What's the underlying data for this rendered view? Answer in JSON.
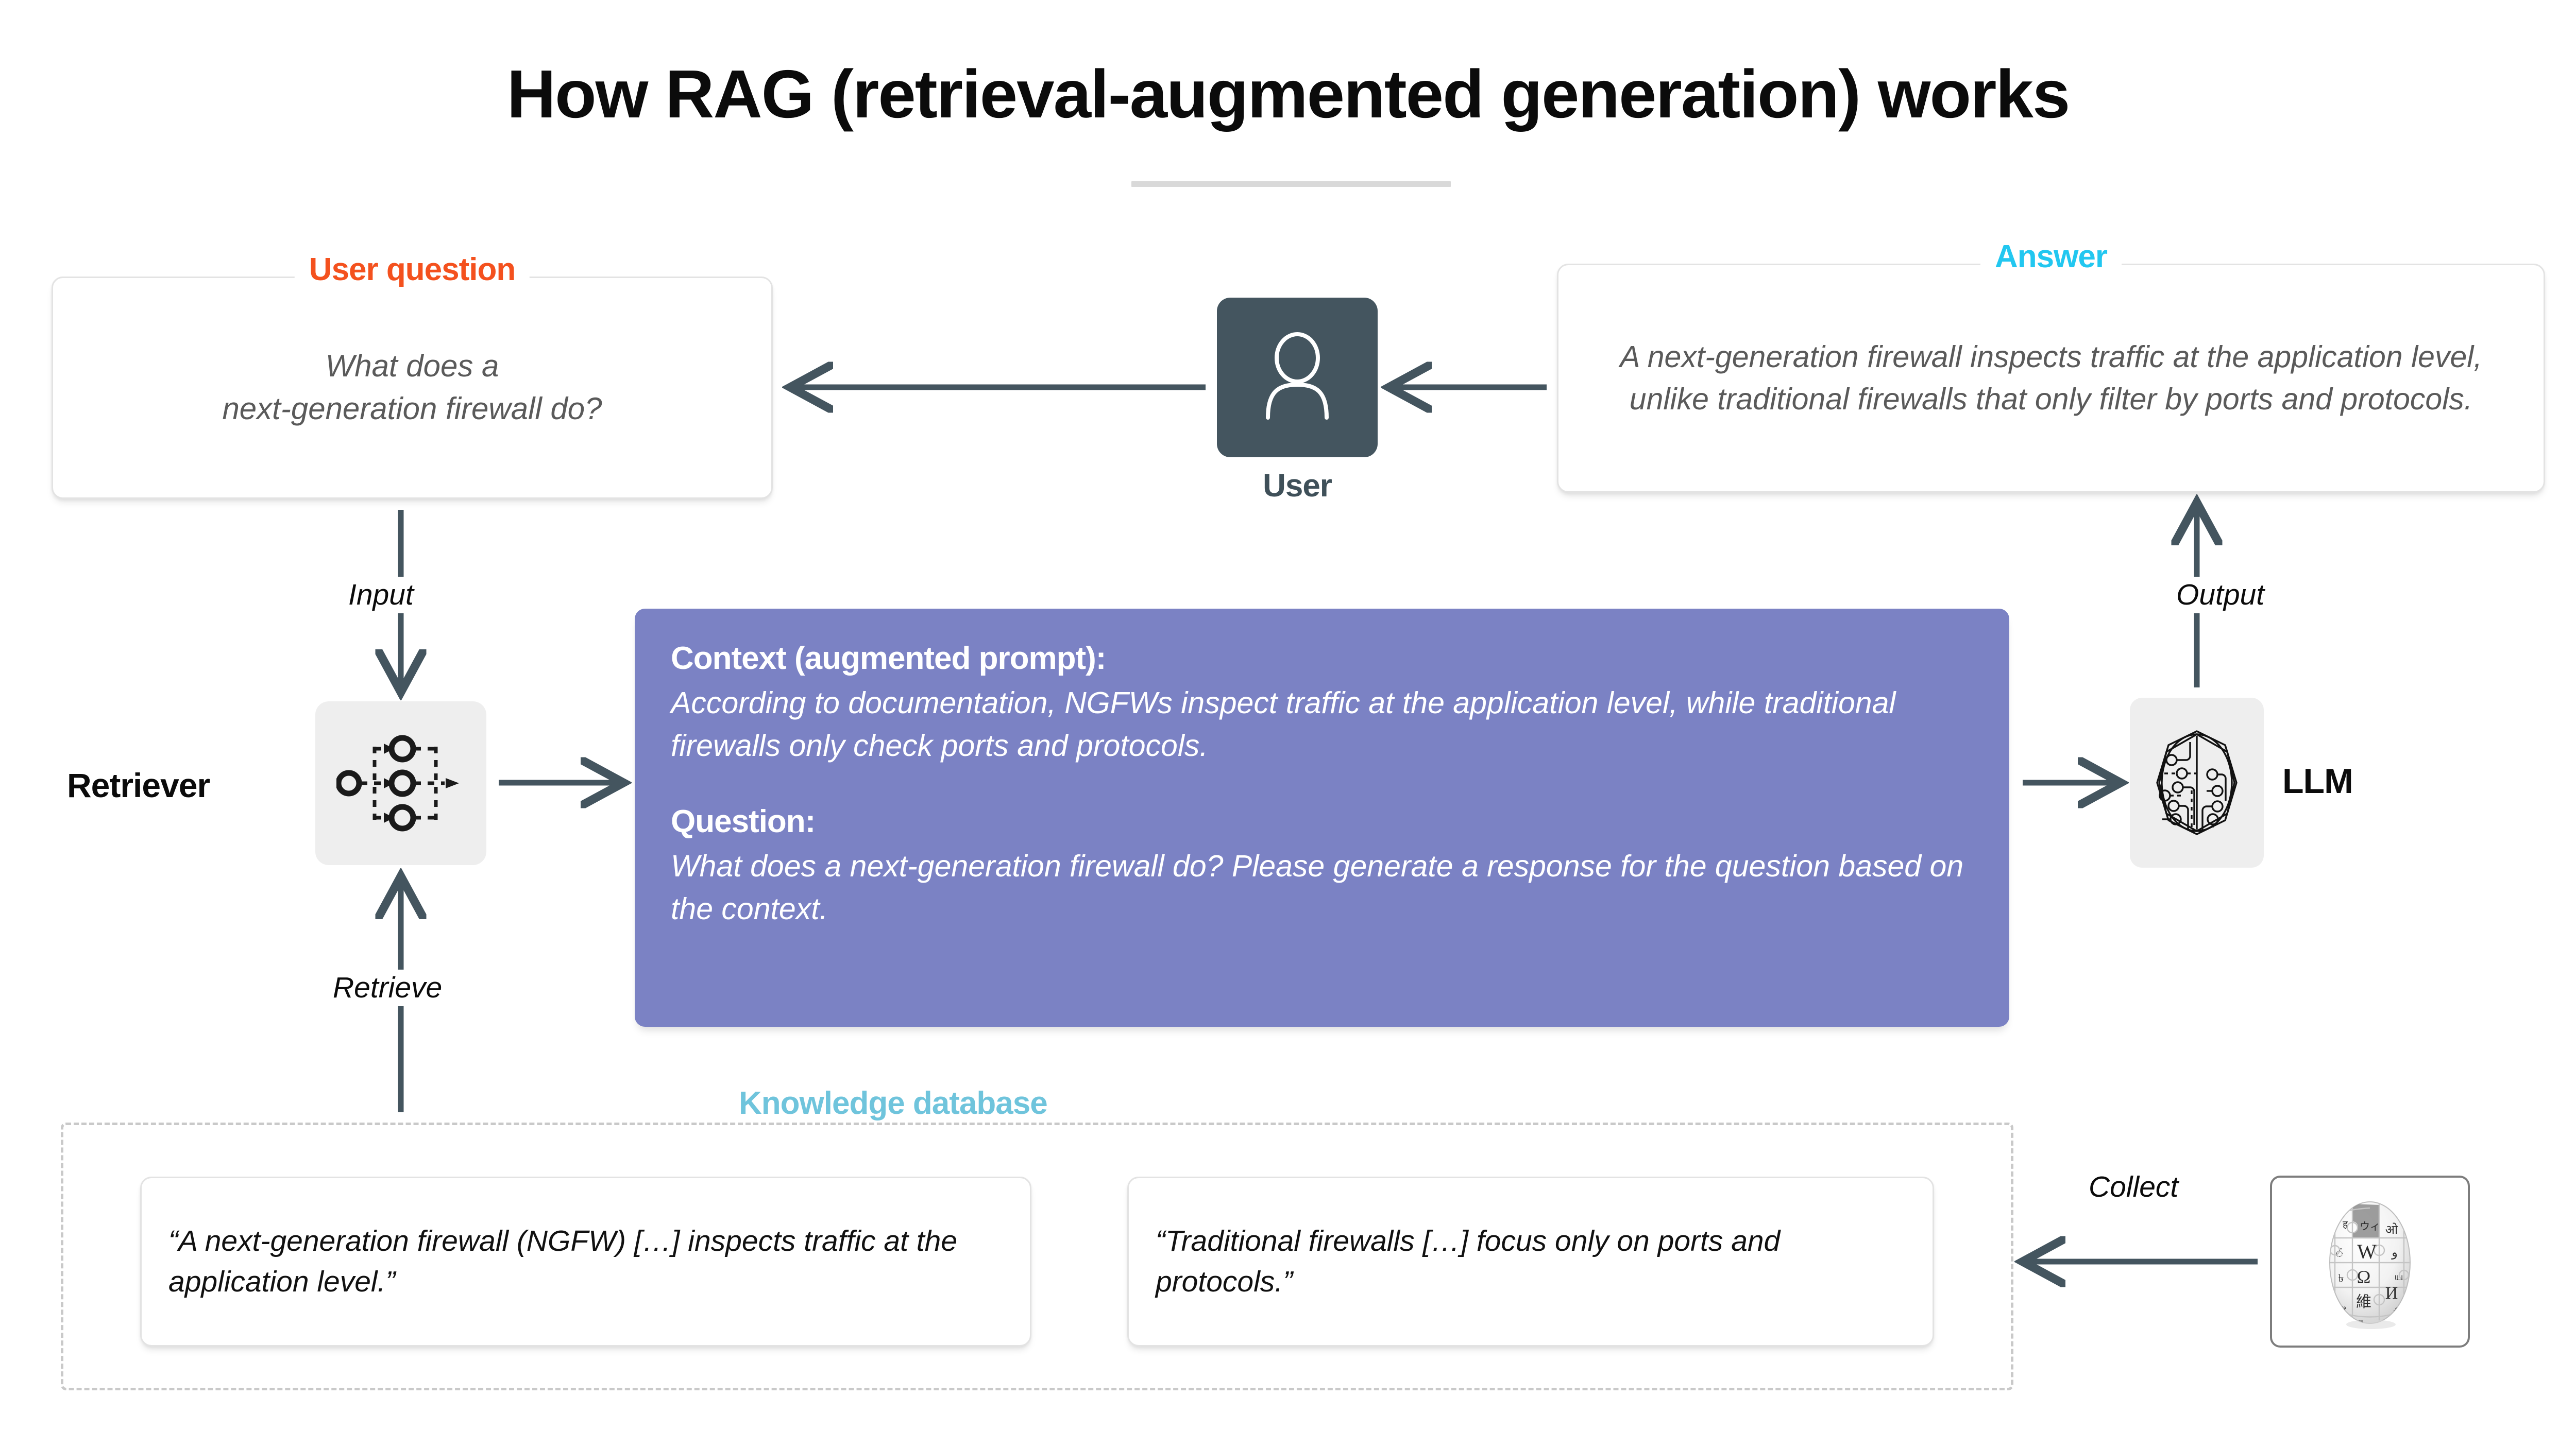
{
  "title": "How RAG (retrieval-augmented generation) works",
  "colors": {
    "user_question_accent": "#F4511E",
    "answer_accent": "#22C7F0",
    "knowledge_db_accent": "#6FC4DC",
    "context_box": "#7B82C4",
    "arrow": "#44555f",
    "user_tile": "#44555f",
    "icon_tile": "#eeeeee",
    "card_border": "#e3e3e3",
    "dashed_border": "#c9c9c9",
    "divider": "#d9d9d9"
  },
  "question_box": {
    "label": "User question",
    "text": "What does a\nnext-generation firewall do?"
  },
  "answer_box": {
    "label": "Answer",
    "text": "A next-generation firewall inspects traffic at the application level, unlike traditional firewalls that only filter by ports and protocols."
  },
  "user_node": {
    "label": "User",
    "icon": "person-icon"
  },
  "retriever_node": {
    "label": "Retriever",
    "icon": "retriever-network-icon"
  },
  "llm_node": {
    "label": "LLM",
    "icon": "circuit-brain-icon"
  },
  "context_box": {
    "context_heading": "Context (augmented prompt):",
    "context_text": "According to documentation, NGFWs inspect traffic at the application level, while traditional firewalls only check ports and protocols.",
    "question_heading": "Question:",
    "question_text": "What does a next-generation firewall do? Please generate a response for the question based on the context."
  },
  "knowledge_database": {
    "label": "Knowledge database",
    "documents": [
      {
        "text": "“A next-generation firewall (NGFW) […] inspects traffic at the application level.”"
      },
      {
        "text": "“Traditional firewalls […] focus only on ports and protocols.”"
      }
    ]
  },
  "source_node": {
    "icon": "wikipedia-globe-icon"
  },
  "arrow_labels": {
    "input": "Input",
    "retrieve": "Retrieve",
    "output": "Output",
    "collect": "Collect"
  }
}
